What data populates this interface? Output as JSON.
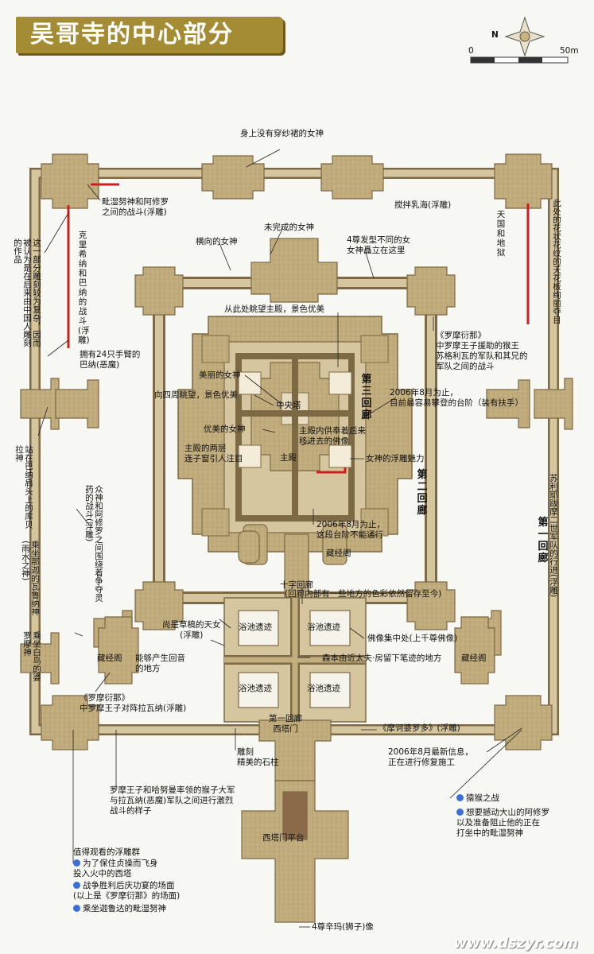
{
  "title": "吴哥寺的中心部分",
  "compass": {
    "north": "N"
  },
  "scale": {
    "zero": "0",
    "max": "50m"
  },
  "corridors": {
    "first": "第一回廊",
    "second": "第二回廊",
    "third": "第三回廊",
    "cross": "十字回廊"
  },
  "places": {
    "central_tower": "中央塔",
    "main_hall": "主殿",
    "library_inner": "藏经阁",
    "library_left": "藏经阁",
    "library_right": "藏经阁",
    "bath1": "浴池遗迹",
    "bath2": "浴池遗迹",
    "bath3": "浴池遗迹",
    "bath4": "浴池遗迹",
    "west_gate": "第一回廊\n西塔门",
    "west_platform": "西塔门平台"
  },
  "labels": {
    "goddess_no_skirt": "身上没有穿纱裙的女神",
    "churning": "搅拌乳海(浮雕)",
    "shiva_asura": "毗湿努神和阿修罗\n之间的战斗(浮雕)",
    "unfinished_goddess": "未完成的女神",
    "side_goddess": "横向的女神",
    "four_goddesses": "4尊发型不同的女\n女神矗立在这里",
    "view_main": "从此处眺望主殿，景色优美",
    "ramayana_right": "《罗摩衍那》\n中罗摩王子援助的猴王\n苏格利瓦的军队和其兄的\n军队之间的战斗",
    "asura_24": "拥有24只手臂的\n巴纳(恶魔)",
    "beautiful_goddess": "美丽的女神",
    "view_around": "向四周眺望，景色优美",
    "stair_2006": "2006年8月为止，\n目前最容易攀登的台阶（装有扶手）",
    "graceful_goddess": "优美的女神",
    "buddha_moved": "主殿内供奉着后来\n移进去的佛像",
    "windows": "主殿的两层\n连子窗引人注目",
    "goddess_charm": "女神的浮雕魅力",
    "stair_closed": "2006年8月为止，\n这段台阶不能通行",
    "cross_colors": "(回廊内部有一些地方的色彩依然留存至今)",
    "sketch_goddess": "尚是草稿的天女\n(浮雕)",
    "buddha_gather": "佛像集中处(上千尊佛像)",
    "echo": "能够产生回音\n的地方",
    "morimoto": "森本由近太夫·房留下笔迹的地方",
    "ramayana_left": "《罗摩衍那》\n中罗摩王子对阵拉瓦纳(浮雕)",
    "mahabharata": "《摩诃婆罗多》(浮雕)",
    "pillars": "雕刻\n精美的石柱",
    "restoration": "2006年8月最新信息，\n正在进行修复施工",
    "monkey_army": "罗摩王子和哈努曼率领的猴子大军\n与拉瓦纳(恶魔)军队之间进行激烈\n战斗的样子",
    "lions": "4尊辛玛(狮子)像"
  },
  "vertical_labels": {
    "krishna": "克里希纳和巴纳的战斗(浮雕)",
    "chinese_carving": "这一部分雕刻较为复杂，因而被认为是在后来由中国人雕刻的作品",
    "heaven_hell": "天国和地狱",
    "ceiling": "此处的花状花纹的天花板绚丽夺目",
    "kubera": "站在巴纳肩头上的库贝拉神",
    "fight_elixir": "众神和阿修罗之间围绕着争夺灵药的战斗(浮雕)",
    "varuna": "乘坐那迦的瓦鲁纳神(雨水之神)",
    "vishnu_bird": "乘坐白鸟的婆罗摩神",
    "suryavarman": "苏利耶跋摩二世军队的行进(浮雕)"
  },
  "legend_right": [
    "猿猴之战",
    "想要撼动大山的阿修罗\n以及准备阻止他的正在\n打坐中的毗湿努神"
  ],
  "legend_left": {
    "heading": "值得观看的浮雕群",
    "items": [
      "为了保住贞操而飞身\n投入火中的西塔",
      "战争胜利后庆功宴的场面\n(以上是《罗摩衍那》的场面)",
      "乘坐迦鲁达的毗湿努神"
    ]
  },
  "watermark": "www.dszyr.com",
  "colors": {
    "wall": "#b09a6c",
    "wall_light": "#d6c6a0",
    "wall_dark": "#7d6a45",
    "title_bg": "#a48c34",
    "highlight": "#cc1f1f",
    "bullet": "#3b6fd8"
  }
}
